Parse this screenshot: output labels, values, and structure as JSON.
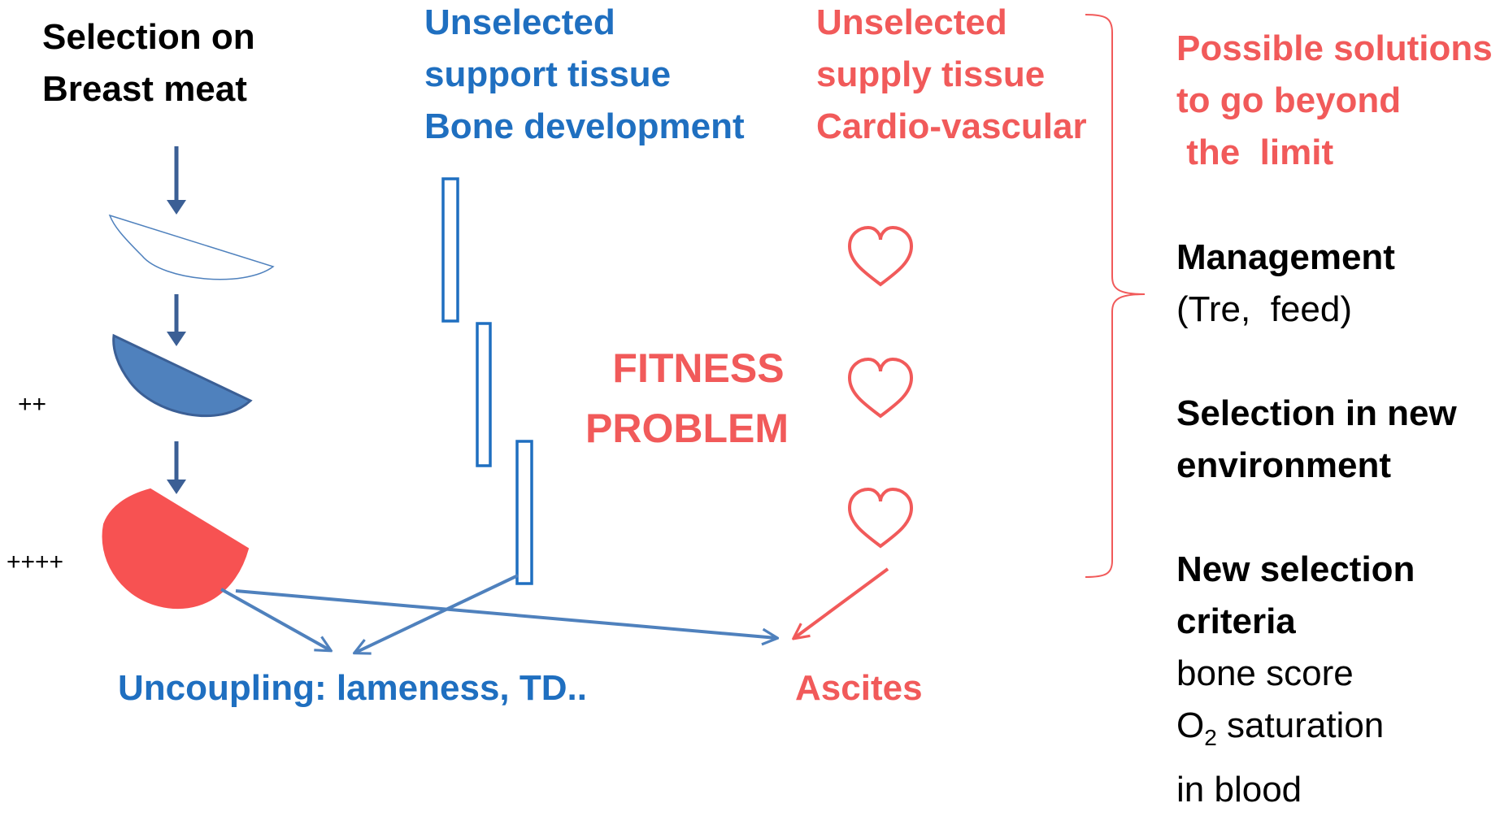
{
  "columns": {
    "selection": {
      "line1": "Selection on",
      "line2": "Breast meat"
    },
    "support": {
      "line1": "Unselected",
      "line2": "support tissue",
      "line3": "Bone development"
    },
    "supply": {
      "line1": "Unselected",
      "line2": "supply tissue",
      "line3": "Cardio-vascular"
    }
  },
  "solutions": {
    "heading": [
      "Possible solutions",
      "to go beyond",
      " the  limit"
    ],
    "management": {
      "title": "Management",
      "detail": "(Tre,  feed)"
    },
    "selection_new": [
      "Selection in new",
      "environment"
    ],
    "new_criteria": {
      "title": [
        "New selection",
        "criteria"
      ],
      "items": [
        "bone score",
        "saturation",
        "in blood"
      ],
      "o2_prefix": "O",
      "o2_sub": "2"
    }
  },
  "markers": {
    "plus2": "++",
    "plus4": "++++"
  },
  "center_label": {
    "line1": "FITNESS",
    "line2": "PROBLEM"
  },
  "outcomes": {
    "uncoupling": "Uncoupling: lameness, TD..",
    "ascites": "Ascites"
  },
  "colors": {
    "blue": "#1f6fc0",
    "blue_fill": "#4f81bd",
    "dark_blue": "#3b5f95",
    "red": "#f15a5a",
    "black": "#000000"
  },
  "icons": [
    "down-arrow-icon",
    "heart-icon",
    "brace-icon"
  ]
}
